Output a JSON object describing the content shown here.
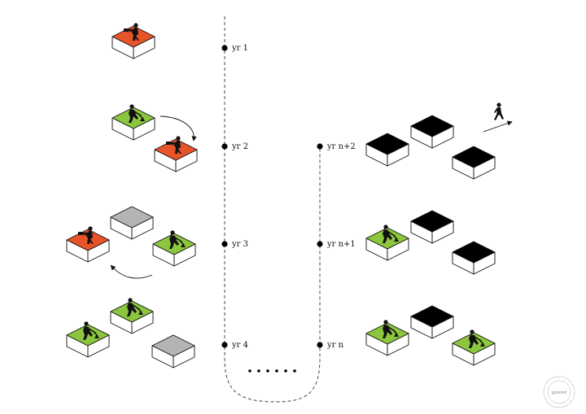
{
  "timeline": {
    "left_labels": [
      "yr 1",
      "yr 2",
      "yr 3",
      "yr 4"
    ],
    "right_labels": [
      "yr n",
      "yr n+1",
      "yr n+2"
    ],
    "ellipsis": "......"
  },
  "colors": {
    "active_plot": "#e8542a",
    "farmed_plot": "#8cc63f",
    "fallow_plot": "#b4b4b4",
    "built_plot": "#000000",
    "block_side": "#ffffff",
    "stroke": "#111111"
  },
  "icons": [
    "chainsaw-worker-icon",
    "digging-farmer-icon",
    "walking-person-icon"
  ],
  "watermark": {
    "text": "gooood"
  }
}
